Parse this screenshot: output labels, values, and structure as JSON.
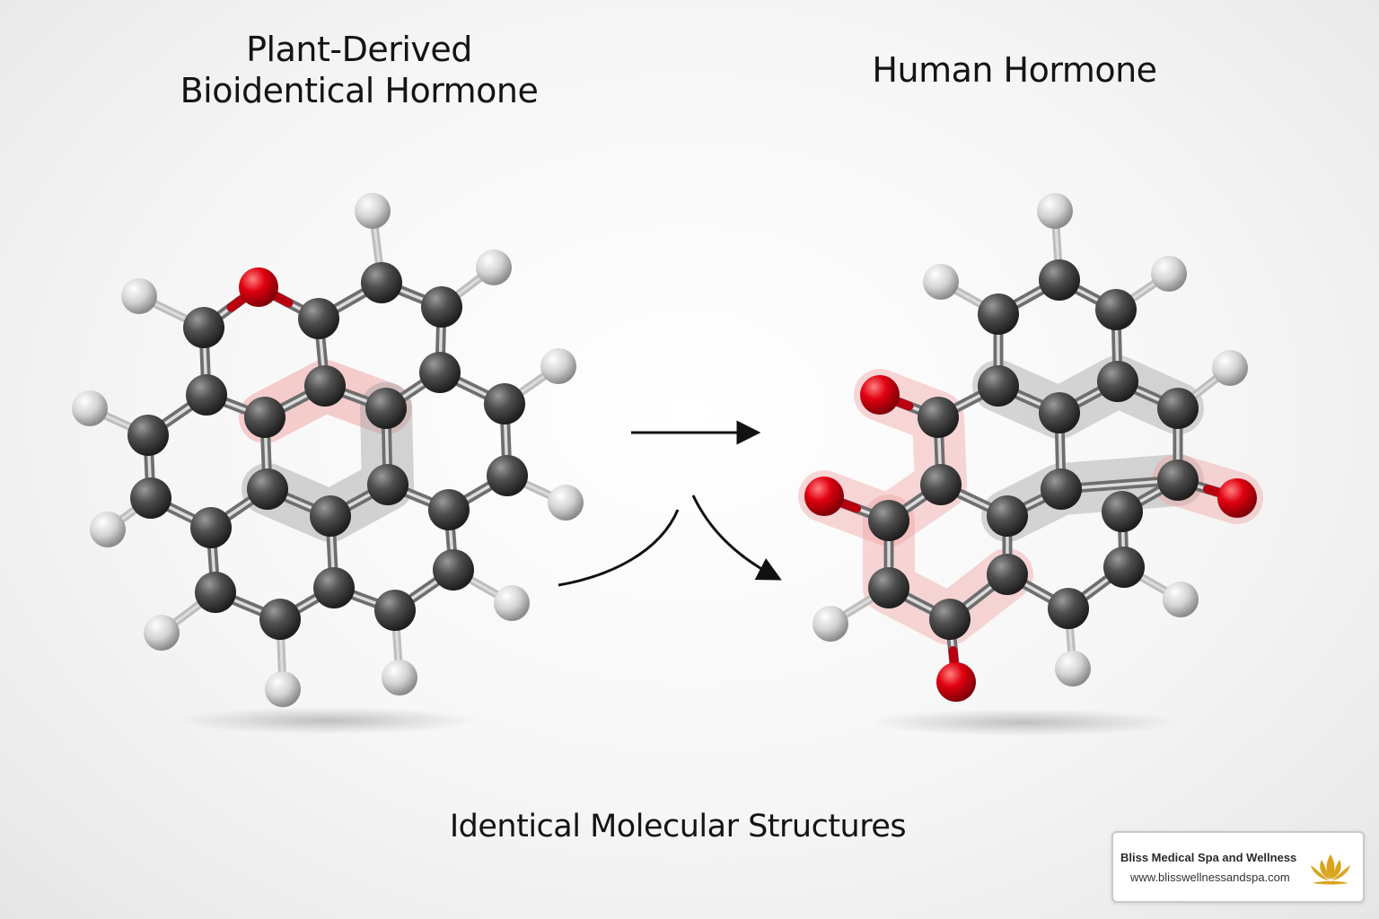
{
  "titles": {
    "left_line1": "Plant-Derived",
    "left_line2": "Bioidentical Hormone",
    "right": "Human Hormone",
    "caption": "Identical Molecular Structures"
  },
  "brand": {
    "name": "Bliss Medical Spa and Wellness",
    "url": "www.blisswellnessandspa.com",
    "icon": "lotus-icon",
    "icon_color": "#d9a520"
  },
  "colors": {
    "carbon": "#4a4a4a",
    "hydrogen": "#e2e2e2",
    "oxygen": "#e00010",
    "highlight_red": "#f0a0a0",
    "highlight_gray": "#9a9a9a"
  },
  "molecules": [
    {
      "name": "plant-derived",
      "atom_types": "carbon, oxygen, hydrogen"
    },
    {
      "name": "human",
      "atom_types": "carbon, oxygen, hydrogen"
    }
  ]
}
